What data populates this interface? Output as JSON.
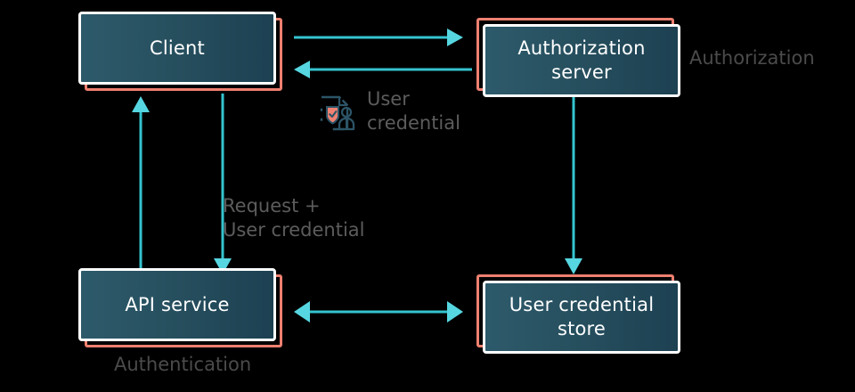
{
  "diagram": {
    "type": "flow-diagram",
    "background_color": "#000000",
    "accent_colors": {
      "box_border": "#ffffff",
      "box_shadow_plate": "#ee8070",
      "box_fill_from": "#2d5a6b",
      "box_fill_to": "#1d4152",
      "arrow": "#35c4cf",
      "caption_text": "#4b4b4b"
    },
    "nodes": [
      {
        "id": "client",
        "label": "Client"
      },
      {
        "id": "auth-server",
        "label": "Authorization\nserver"
      },
      {
        "id": "api-service",
        "label": "API service"
      },
      {
        "id": "cred-store",
        "label": "User credential\nstore"
      }
    ],
    "captions": {
      "authorization": "Authorization",
      "authentication": "Authentication",
      "request_user_credential": "Request +\nUser credential",
      "user_credential": "User\ncredential"
    },
    "icons": {
      "credential": "user-credential-icon"
    },
    "edges": [
      {
        "from": "client",
        "to": "auth-server",
        "direction": "one-way"
      },
      {
        "from": "auth-server",
        "to": "client",
        "direction": "one-way"
      },
      {
        "from": "client",
        "to": "api-service",
        "direction": "one-way"
      },
      {
        "from": "api-service",
        "to": "client",
        "direction": "one-way"
      },
      {
        "from": "auth-server",
        "to": "cred-store",
        "direction": "one-way"
      },
      {
        "from": "api-service",
        "to": "cred-store",
        "direction": "two-way"
      }
    ]
  }
}
